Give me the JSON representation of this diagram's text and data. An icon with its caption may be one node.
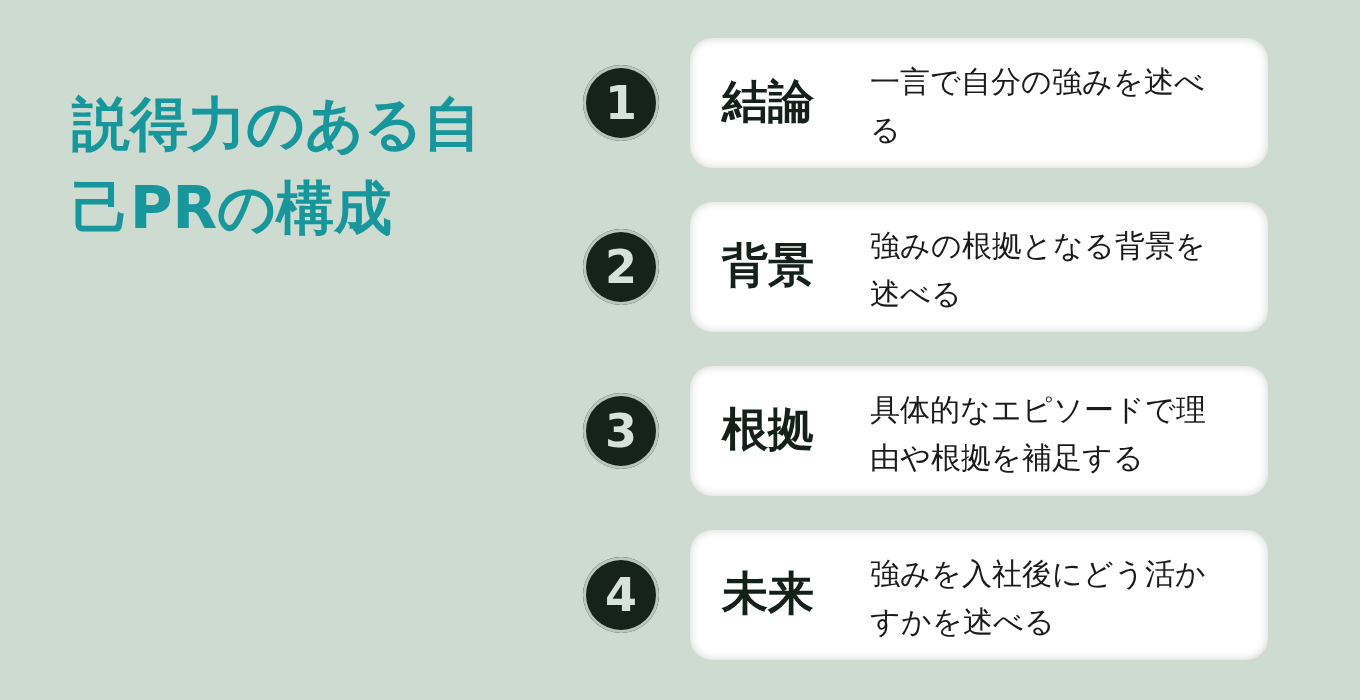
{
  "diagram": {
    "title": "説得力のある自己PRの構成",
    "nodes": [
      {
        "text": [
          "1"
        ]
      },
      {
        "text": [
          "結論",
          "一言で自分の強みを述べる"
        ]
      },
      {
        "text": [
          "2"
        ]
      },
      {
        "text": [
          "背景",
          "強みの根拠となる背景を述べる"
        ]
      },
      {
        "text": [
          "3"
        ]
      },
      {
        "text": [
          "根拠",
          "具体的なエピソードで理由や根拠を補足する"
        ]
      },
      {
        "text": [
          "4"
        ]
      },
      {
        "text": [
          "未来",
          "強みを入社後にどう活かすかを述べる"
        ]
      }
    ]
  }
}
